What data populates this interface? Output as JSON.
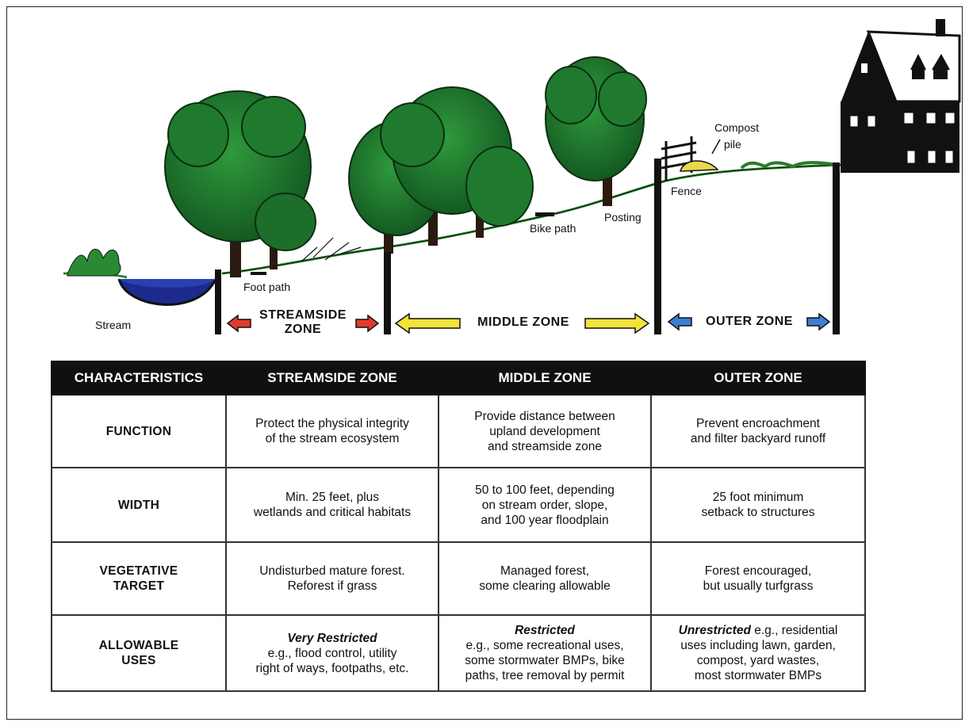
{
  "illustration": {
    "labels": {
      "stream": "Stream",
      "foot_path": "Foot path",
      "bike_path": "Bike path",
      "posting": "Posting",
      "fence": "Fence",
      "compost_line1": "Compost",
      "compost_line2": "pile"
    },
    "zones": {
      "streamside_line1": "STREAMSIDE",
      "streamside_line2": "ZONE",
      "middle": "MIDDLE ZONE",
      "outer": "OUTER ZONE"
    },
    "colors": {
      "tree_foliage": "#1f7a2e",
      "water": "#1b2a8c",
      "arrow_streamside": "#e23b2b",
      "arrow_middle": "#f2e33a",
      "arrow_outer": "#3c7fd1",
      "compost": "#e8d84a"
    }
  },
  "table": {
    "headers": [
      "CHARACTERISTICS",
      "STREAMSIDE ZONE",
      "MIDDLE ZONE",
      "OUTER ZONE"
    ],
    "rows": [
      {
        "label": "FUNCTION",
        "streamside": [
          "Protect the physical integrity",
          "of the stream ecosystem"
        ],
        "middle": [
          "Provide distance between",
          "upland development",
          "and streamside zone"
        ],
        "outer": [
          "Prevent encroachment",
          "and filter backyard runoff"
        ]
      },
      {
        "label": "WIDTH",
        "streamside": [
          "Min. 25 feet, plus",
          "wetlands and critical habitats"
        ],
        "middle": [
          "50 to 100 feet, depending",
          "on stream order, slope,",
          "and 100 year floodplain"
        ],
        "outer": [
          "25 foot minimum",
          "setback to structures"
        ]
      },
      {
        "label_line1": "VEGETATIVE",
        "label_line2": "TARGET",
        "streamside": [
          "Undisturbed mature forest.",
          "Reforest if grass"
        ],
        "middle": [
          "Managed forest,",
          "some clearing allowable"
        ],
        "outer": [
          "Forest encouraged,",
          "but usually turfgrass"
        ]
      },
      {
        "label_line1": "ALLOWABLE",
        "label_line2": "USES",
        "streamside_emph": "Very Restricted",
        "streamside": [
          "e.g., flood control, utility",
          "right of ways, footpaths, etc."
        ],
        "middle_emph": "Restricted",
        "middle": [
          "e.g., some recreational uses,",
          "some stormwater BMPs, bike",
          "paths, tree removal by permit"
        ],
        "outer_emph": "Unrestricted",
        "outer_first": " e.g., residential",
        "outer": [
          "uses including lawn, garden,",
          "compost, yard wastes,",
          "most stormwater BMPs"
        ]
      }
    ]
  }
}
